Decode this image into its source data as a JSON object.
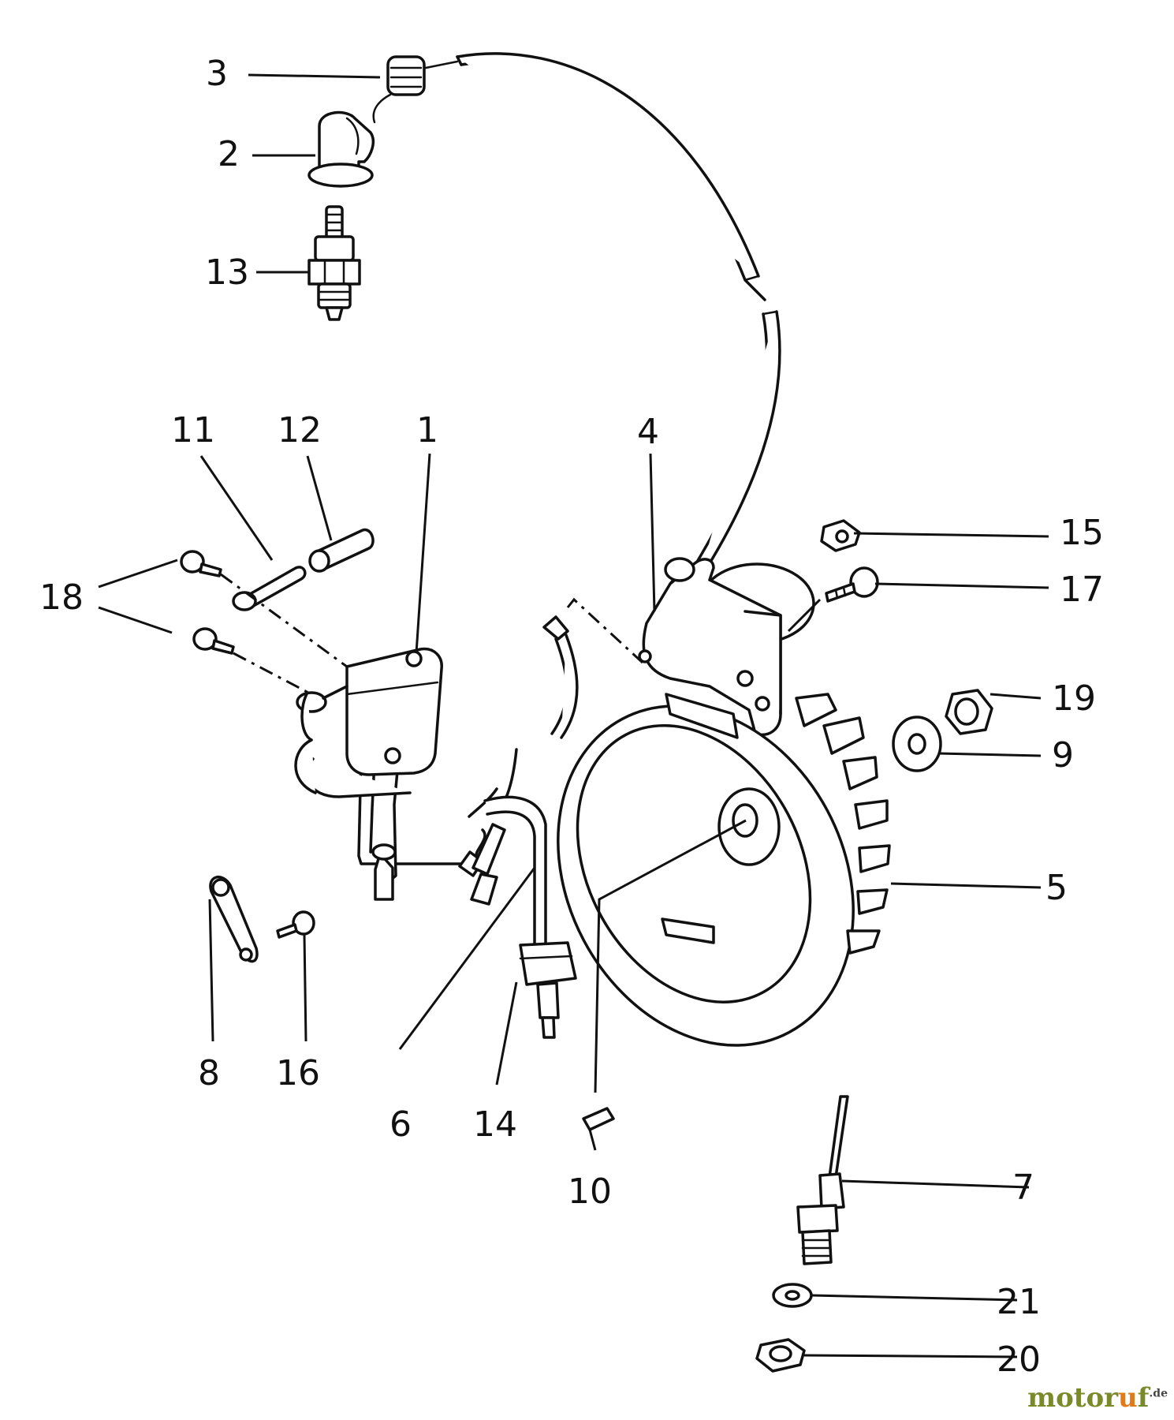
{
  "callouts": {
    "c1": "1",
    "c2": "2",
    "c3": "3",
    "c4": "4",
    "c5": "5",
    "c6": "6",
    "c7": "7",
    "c8": "8",
    "c9": "9",
    "c10": "10",
    "c11": "11",
    "c12": "12",
    "c13": "13",
    "c14": "14",
    "c15": "15",
    "c16": "16",
    "c17": "17",
    "c18": "18",
    "c19": "19",
    "c20": "20",
    "c21": "21"
  },
  "watermark": {
    "main": "motor",
    "accent": "u",
    "end": "f",
    "tld": ".de"
  }
}
